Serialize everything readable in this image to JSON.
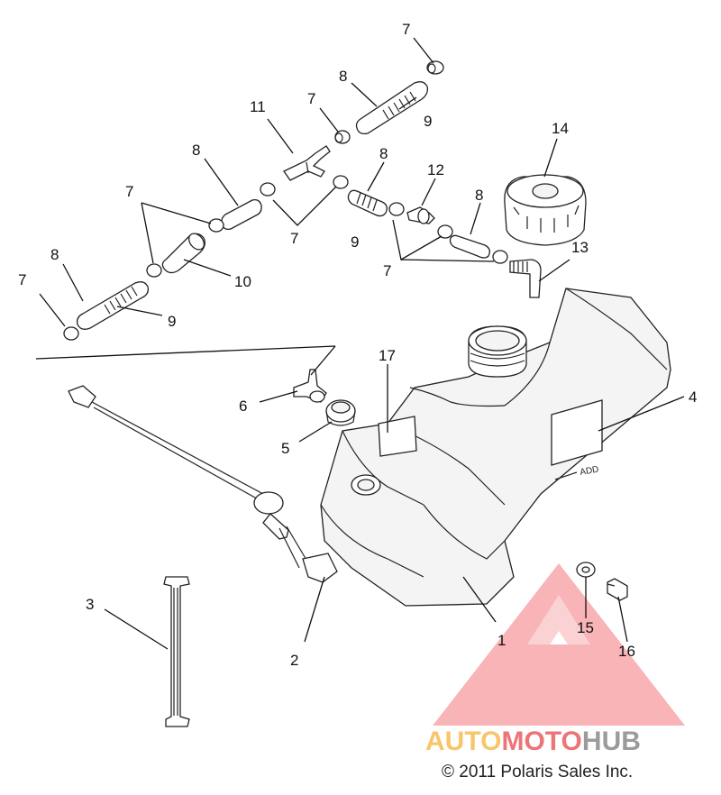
{
  "diagram": {
    "callouts": {
      "c1": "1",
      "c2": "2",
      "c3": "3",
      "c4": "4",
      "c5": "5",
      "c6": "6",
      "c7a": "7",
      "c7b": "7",
      "c7c": "7",
      "c7d": "7",
      "c7e": "7",
      "c7f": "7",
      "c8a": "8",
      "c8b": "8",
      "c8c": "8",
      "c8d": "8",
      "c8e": "8",
      "c9a": "9",
      "c9b": "9",
      "c9c": "9",
      "c10": "10",
      "c11": "11",
      "c12": "12",
      "c13": "13",
      "c14": "14",
      "c15": "15",
      "c16": "16",
      "c17": "17"
    },
    "tank_label": "ADD"
  },
  "watermark": {
    "part1": "AUTO",
    "part2": "MOTO",
    "part3": "HUB",
    "colors": {
      "orange": "#f5b33a",
      "red": "#e8464a",
      "gray": "#7a7a7a",
      "triangle": "#f05a5f"
    }
  },
  "footer": {
    "copyright": "© 2011 Polaris Sales Inc."
  }
}
